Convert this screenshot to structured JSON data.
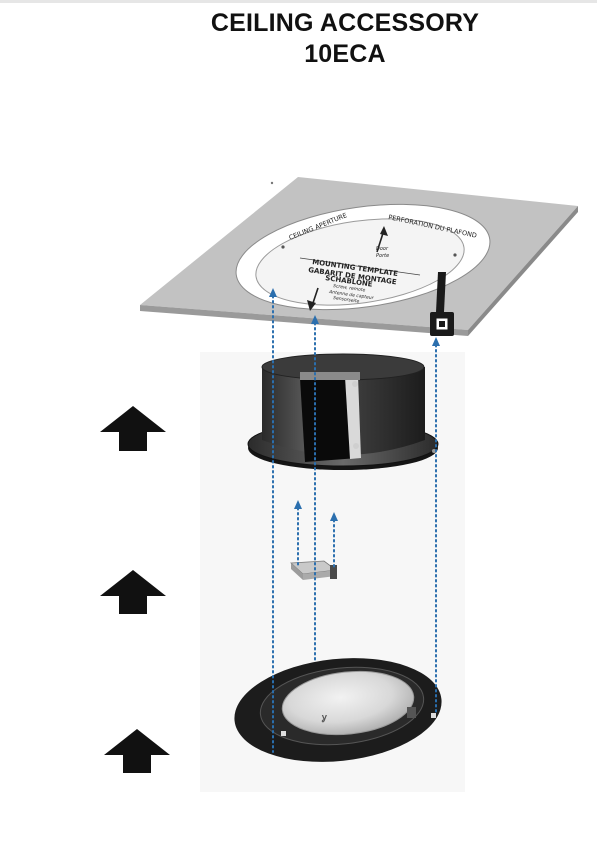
{
  "header": {
    "title_line1": "CEILING ACCESSORY",
    "title_line2": "10ECA"
  },
  "template": {
    "ring_text_left": "CEILING APERTURE",
    "ring_text_right": "PERFORATION DU PLAFOND",
    "door_label_en": "Door",
    "door_label_fr": "Porte",
    "line1": "MOUNTING TEMPLATE",
    "line2": "GABARIT DE MONTAGE",
    "line3": "SCHABLONE",
    "sub1": "Screw, remote",
    "sub2": "Antenne de capteur",
    "sub3": "Sensorseite"
  },
  "colors": {
    "arrow": "#111111",
    "guide_dots": "#2b6fae",
    "ceiling": "#bdbdbd",
    "bezel": "#1e1e1e"
  },
  "icons": {
    "up_arrow": "up-arrow-icon"
  }
}
